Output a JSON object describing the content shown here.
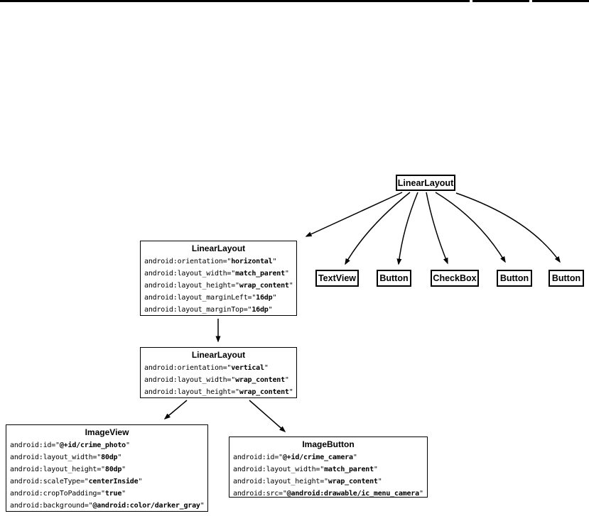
{
  "page": {
    "background": "#ffffff",
    "top_bar_color": "#000000",
    "line_color": "#000000"
  },
  "diagram": {
    "root": {
      "title": "LinearLayout"
    },
    "hlayout": {
      "title": "LinearLayout",
      "attrs": [
        {
          "prefix": "android:orientation=\"",
          "value": "horizontal",
          "suffix": "\""
        },
        {
          "prefix": "android:layout_width=\"",
          "value": "match_parent",
          "suffix": "\""
        },
        {
          "prefix": "android:layout_height=\"",
          "value": "wrap_content",
          "suffix": "\""
        },
        {
          "prefix": "android:layout_marginLeft=\"",
          "value": "16dp",
          "suffix": "\""
        },
        {
          "prefix": "android:layout_marginTop=\"",
          "value": "16dp",
          "suffix": "\""
        }
      ]
    },
    "leaves": [
      {
        "title": "TextView"
      },
      {
        "title": "Button"
      },
      {
        "title": "CheckBox"
      },
      {
        "title": "Button"
      },
      {
        "title": "Button"
      }
    ],
    "vlayout": {
      "title": "LinearLayout",
      "attrs": [
        {
          "prefix": "android:orientation=\"",
          "value": "vertical",
          "suffix": "\""
        },
        {
          "prefix": "android:layout_width=\"",
          "value": "wrap_content",
          "suffix": "\""
        },
        {
          "prefix": "android:layout_height=\"",
          "value": "wrap_content",
          "suffix": "\""
        }
      ]
    },
    "imageview": {
      "title": "ImageView",
      "attrs": [
        {
          "prefix": "android:id=\"",
          "value": "@+id/crime_photo",
          "suffix": "\""
        },
        {
          "prefix": "android:layout_width=\"",
          "value": "80dp",
          "suffix": "\""
        },
        {
          "prefix": "android:layout_height=\"",
          "value": "80dp",
          "suffix": "\""
        },
        {
          "prefix": "android:scaleType=\"",
          "value": "centerInside",
          "suffix": "\""
        },
        {
          "prefix": "android:cropToPadding=\"",
          "value": "true",
          "suffix": "\""
        },
        {
          "prefix": "android:background=\"",
          "value": "@android:color/darker_gray",
          "suffix": "\""
        }
      ]
    },
    "imagebutton": {
      "title": "ImageButton",
      "attrs": [
        {
          "prefix": "android:id=\"",
          "value": "@+id/crime_camera",
          "suffix": "\""
        },
        {
          "prefix": "android:layout_width=\"",
          "value": "match_parent",
          "suffix": "\""
        },
        {
          "prefix": "android:layout_height=\"",
          "value": "wrap_content",
          "suffix": "\""
        },
        {
          "prefix": "android:src=\"",
          "value": "@android:drawable/ic_menu_camera",
          "suffix": "\""
        }
      ]
    }
  }
}
